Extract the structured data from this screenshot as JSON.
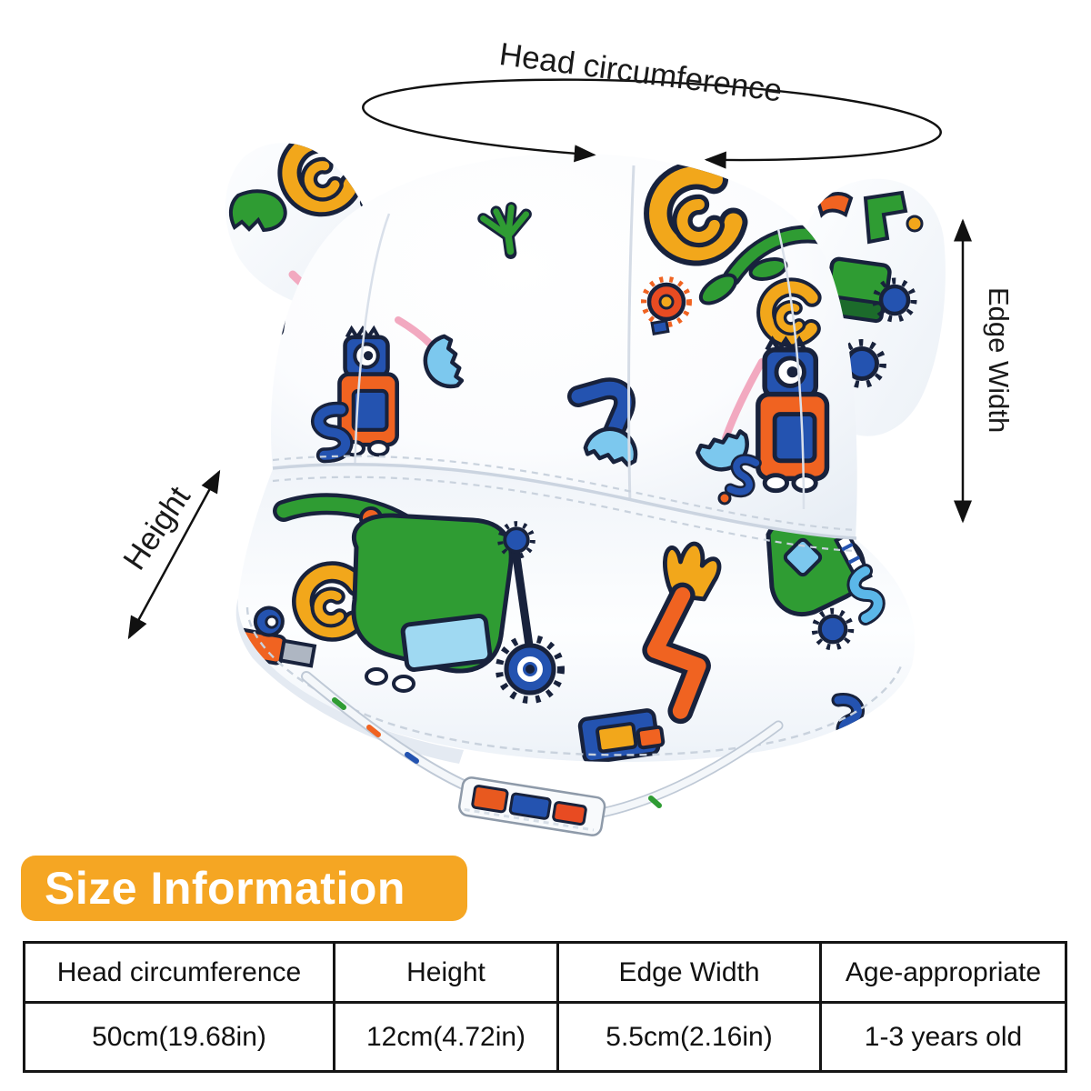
{
  "annotations": {
    "head_circumference_label": "Head circumference",
    "edge_width_label": "Edge Width",
    "height_label": "Height"
  },
  "badge": {
    "label": "Size Information"
  },
  "size_table": {
    "columns": [
      {
        "header": "Head circumference",
        "value": "50cm(19.68in)"
      },
      {
        "header": "Height",
        "value": "12cm(4.72in)"
      },
      {
        "header": "Edge Width",
        "value": "5.5cm(2.16in)"
      },
      {
        "header": "Age-appropriate",
        "value": "1-3 years old"
      }
    ]
  },
  "colors": {
    "badge_background": "#F5A623",
    "badge_text": "#FFFFFF",
    "table_border": "#151515",
    "annotation_ink": "#1A1A1A",
    "hat_print_palette": [
      "#2F9C33",
      "#1C6B2B",
      "#2453B0",
      "#7CC8EE",
      "#5BB7E8",
      "#F06321",
      "#E84B22",
      "#F2A71B",
      "#F2A9C0",
      "#AEB6C2"
    ]
  }
}
